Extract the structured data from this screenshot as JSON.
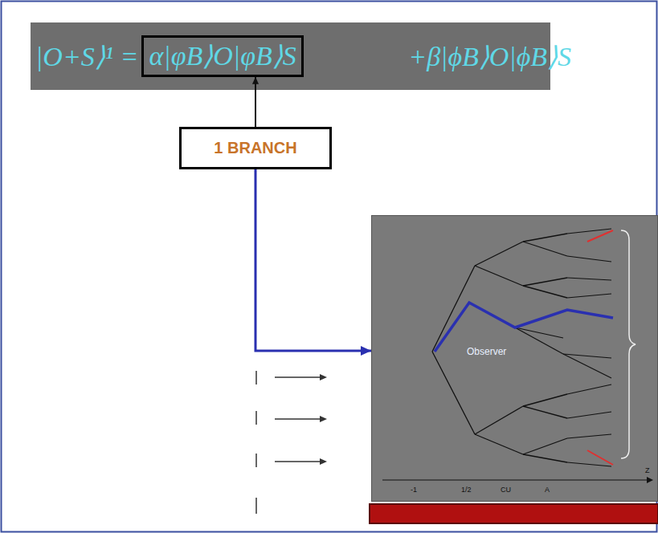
{
  "diagram": {
    "nodes": [
      {
        "text": [
          "α|φB⟩O|φB⟩S"
        ]
      },
      {
        "text": [
          "1 BRANCH"
        ]
      },
      {
        "text": [
          "Observer"
        ]
      }
    ],
    "edges": [
      {
        "from": 1,
        "to": 0,
        "arrow": "to"
      },
      {
        "from": 1,
        "to": 2,
        "arrow": "to"
      }
    ],
    "labels": [
      "|O+S⟩¹ =",
      "+β|ϕB⟩O|ϕB⟩S",
      "-1",
      "1/2",
      "CU",
      "A",
      "Z"
    ]
  }
}
